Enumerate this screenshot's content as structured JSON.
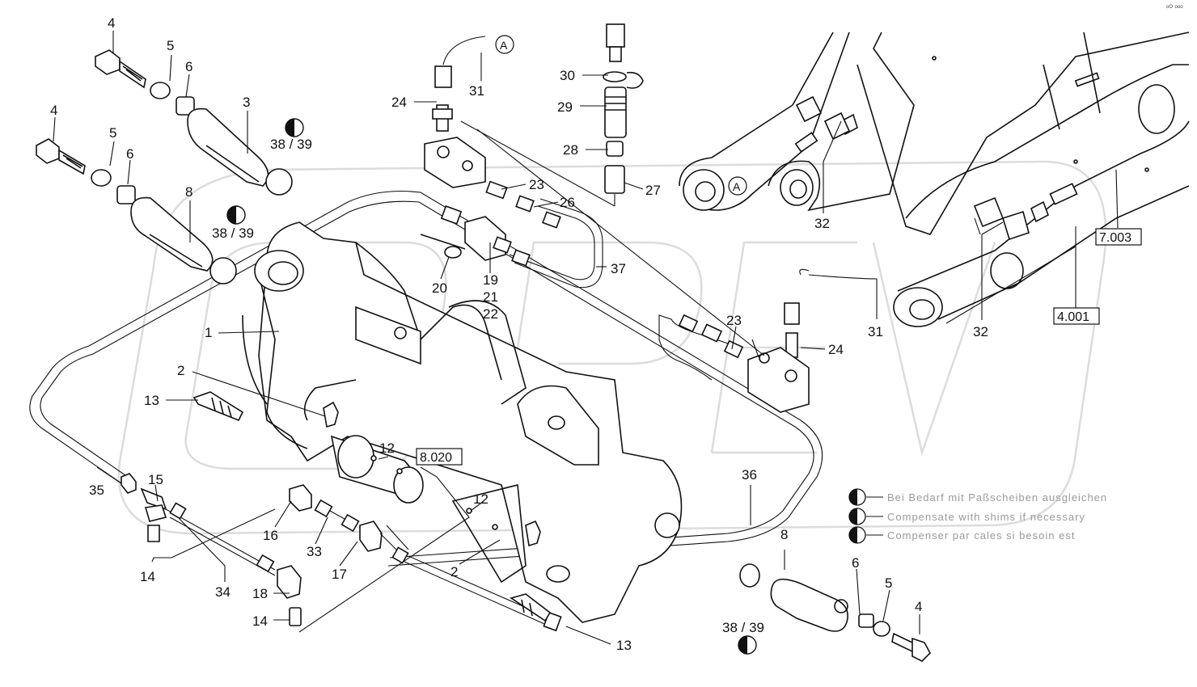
{
  "callouts": [
    {
      "id": "c4a",
      "text": "4"
    },
    {
      "id": "c5a",
      "text": "5"
    },
    {
      "id": "c6a",
      "text": "6"
    },
    {
      "id": "c3",
      "text": "3"
    },
    {
      "id": "c3839a",
      "text": "38 / 39"
    },
    {
      "id": "c4b",
      "text": "4"
    },
    {
      "id": "c5b",
      "text": "5"
    },
    {
      "id": "c6b",
      "text": "6"
    },
    {
      "id": "c8a",
      "text": "8"
    },
    {
      "id": "c3839b",
      "text": "38 / 39"
    },
    {
      "id": "c1",
      "text": "1"
    },
    {
      "id": "c2a",
      "text": "2"
    },
    {
      "id": "c13a",
      "text": "13"
    },
    {
      "id": "c12a",
      "text": "12"
    },
    {
      "id": "c12b",
      "text": "12"
    },
    {
      "id": "c2b",
      "text": "2"
    },
    {
      "id": "c35",
      "text": "35"
    },
    {
      "id": "c15",
      "text": "15"
    },
    {
      "id": "c14a",
      "text": "14"
    },
    {
      "id": "c34",
      "text": "34"
    },
    {
      "id": "c18",
      "text": "18"
    },
    {
      "id": "c14b",
      "text": "14"
    },
    {
      "id": "c16",
      "text": "16"
    },
    {
      "id": "c33",
      "text": "33"
    },
    {
      "id": "c17",
      "text": "17"
    },
    {
      "id": "c13b",
      "text": "13"
    },
    {
      "id": "c36",
      "text": "36"
    },
    {
      "id": "c31a",
      "text": "31"
    },
    {
      "id": "c24a",
      "text": "24"
    },
    {
      "id": "c23a",
      "text": "23"
    },
    {
      "id": "c26",
      "text": "26"
    },
    {
      "id": "c19",
      "text": "19"
    },
    {
      "id": "c21",
      "text": "21"
    },
    {
      "id": "c22",
      "text": "22"
    },
    {
      "id": "c20",
      "text": "20"
    },
    {
      "id": "c37",
      "text": "37"
    },
    {
      "id": "c30",
      "text": "30"
    },
    {
      "id": "c29",
      "text": "29"
    },
    {
      "id": "c28",
      "text": "28"
    },
    {
      "id": "c27",
      "text": "27"
    },
    {
      "id": "c32a",
      "text": "32"
    },
    {
      "id": "c31b",
      "text": "31"
    },
    {
      "id": "c32b",
      "text": "32"
    },
    {
      "id": "c23b",
      "text": "23"
    },
    {
      "id": "c24b",
      "text": "24"
    },
    {
      "id": "c8b",
      "text": "8"
    },
    {
      "id": "c6c",
      "text": "6"
    },
    {
      "id": "c5c",
      "text": "5"
    },
    {
      "id": "c4c",
      "text": "4"
    },
    {
      "id": "c3839c",
      "text": "38 / 39"
    }
  ],
  "markers": [
    {
      "id": "mA1",
      "text": "A"
    },
    {
      "id": "mA2",
      "text": "A"
    }
  ],
  "references": [
    {
      "id": "r8020",
      "text": "8.020"
    },
    {
      "id": "r7003",
      "text": "7.003"
    },
    {
      "id": "r4001",
      "text": "4.001"
    }
  ],
  "legend": [
    {
      "text": "Bei Bedarf mit Paßscheiben ausgleichen"
    },
    {
      "text": "Compensate with shims if necessary"
    },
    {
      "text": "Compenser par cales si besoin est"
    }
  ],
  "corner_code": "ᵒᴼ ᵒᵒᵒ",
  "colors": {
    "ink": "#111111",
    "watermark": "#dcdcdc",
    "legend_text": "#9a9a9a"
  }
}
